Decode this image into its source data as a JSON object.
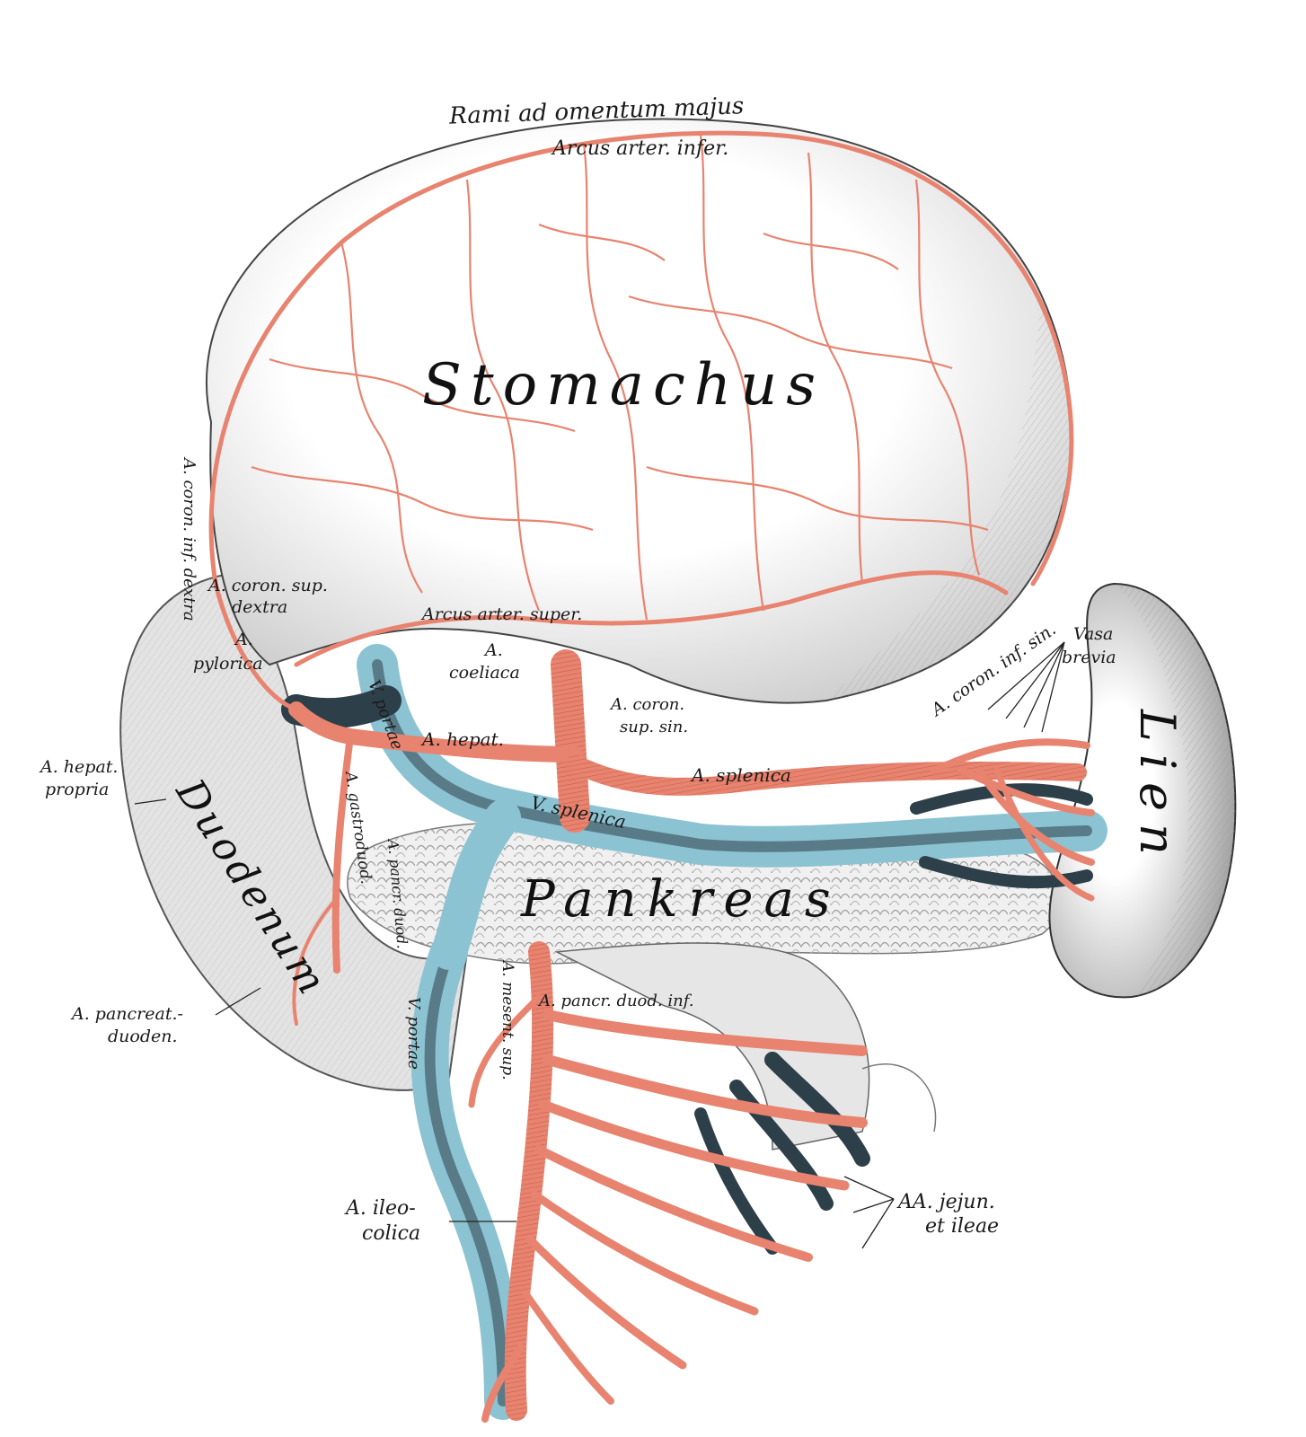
{
  "labels": {
    "rami": "Rami ad omentum majus",
    "arcus_inf": "Arcus arter. infer.",
    "stomachus": "Stomachus",
    "coron_inf_dextra": "A. coron. inf. dextra",
    "coron_sup_dextra_1": "A. coron. sup.",
    "coron_sup_dextra_2": "dextra",
    "pylorica_1": "A.",
    "pylorica_2": "pylorica",
    "arcus_super": "Arcus arter. super.",
    "coeliaca_1": "A.",
    "coeliaca_2": "coeliaca",
    "coron_sup_sin_1": "A. coron.",
    "coron_sup_sin_2": "sup. sin.",
    "coron_inf_sin": "A. coron. inf. sin.",
    "hepat": "A. hepat.",
    "v_portae_upper": "V. portae",
    "v_splenica": "V. splenica",
    "a_splenica": "A. splenica",
    "vasa_1": "Vasa",
    "vasa_2": "brevia",
    "lien": "Lien",
    "hepat_propr_1": "A. hepat.",
    "hepat_propr_2": "propria",
    "duodenum": "Duodenum",
    "gastroduod": "A. gastroduod.",
    "pankreas": "Pankreas",
    "pancreat_duod_sup": "A. pancr. duod.",
    "pancreat_1": "A. pancreat.-",
    "pancreat_2": "duoden.",
    "mesent_sup": "A. mesent. sup.",
    "duod_inf": "A. pancr. duod. inf.",
    "v_portae_lower": "V. portae",
    "ileocolica_1": "A. ileo-",
    "ileocolica_2": "colica",
    "jejun_1": "AA. jejun.",
    "jejun_2": "et ileae"
  },
  "colors": {
    "artery": "#e8836f",
    "artery_dark": "#b5523f",
    "vein": "#8cc3d3",
    "vein_dark": "#2d3f48",
    "organ_shade": "#dcdcdc",
    "ink": "#1a1a1a"
  }
}
